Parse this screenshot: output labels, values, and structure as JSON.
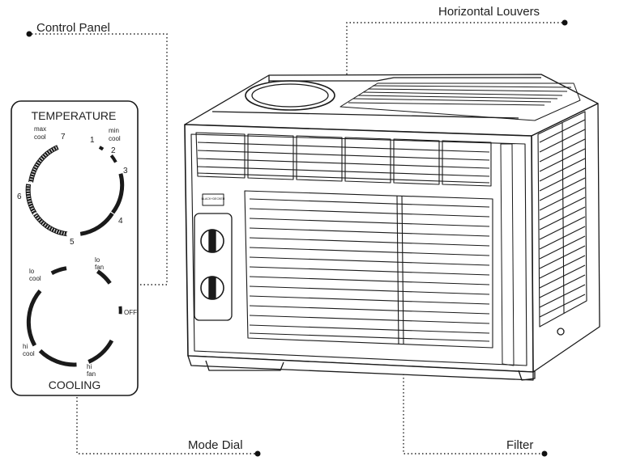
{
  "callouts": {
    "control_panel": "Control Panel",
    "horizontal_louvers": "Horizontal Louvers",
    "mode_dial": "Mode Dial",
    "filter": "Filter"
  },
  "panel": {
    "temperature_title": "TEMPERATURE",
    "cooling_title": "COOLING",
    "temp_labels": {
      "max_top": "max",
      "max_bottom": "cool",
      "min_top": "min",
      "min_bottom": "cool",
      "n7": "7",
      "n1": "1",
      "n2": "2",
      "n3": "3",
      "n4": "4",
      "n5": "5",
      "n6": "6"
    },
    "mode_labels": {
      "lo_cool_top": "lo",
      "lo_cool_bottom": "cool",
      "lo_fan_top": "lo",
      "lo_fan_bottom": "fan",
      "off": "OFF",
      "hi_cool_top": "hi",
      "hi_cool_bottom": "cool",
      "hi_fan_top": "hi",
      "hi_fan_bottom": "fan"
    }
  },
  "unit": {
    "brand_logo": "BLACK+DECKER"
  },
  "colors": {
    "line": "#1a1a1a",
    "background": "#ffffff"
  }
}
